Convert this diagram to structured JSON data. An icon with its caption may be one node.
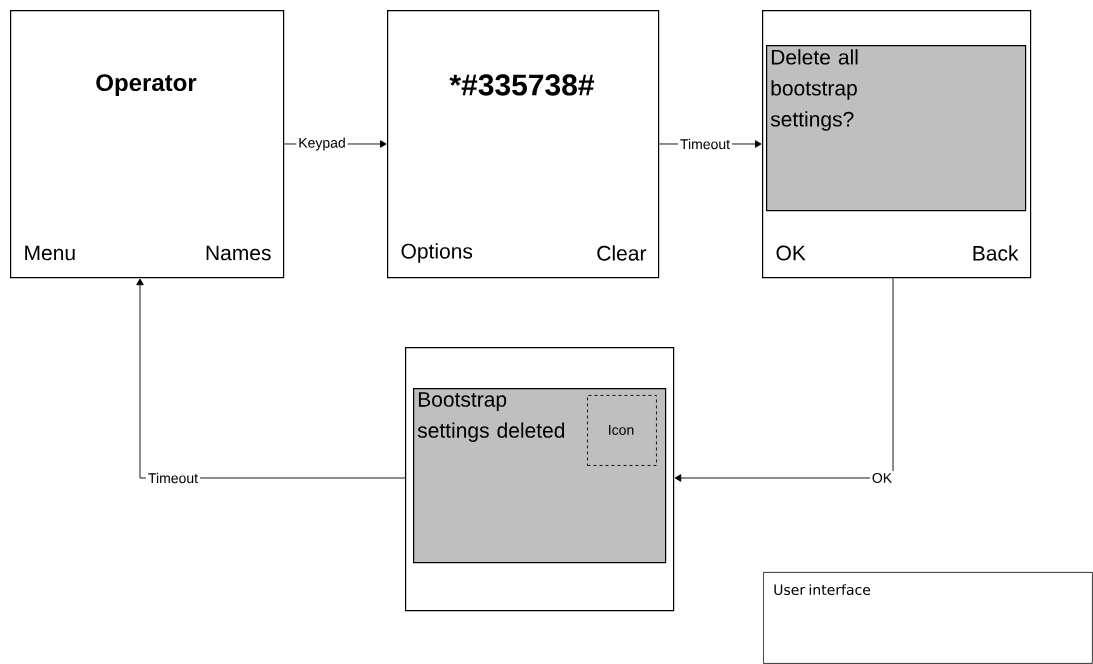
{
  "diagram": {
    "nodes": [
      {
        "text": [
          "Operator",
          "Menu",
          "Names"
        ]
      },
      {
        "text": [
          "*#335738#",
          "Options",
          "Clear"
        ]
      },
      {
        "text": [
          "OK",
          "Back"
        ]
      },
      {
        "text": [
          "Delete all bootstrap settings?"
        ],
        "in": 2
      },
      {
        "text": [],
        "shape": "box"
      },
      {
        "text": [
          "Bootstrap settings deleted"
        ],
        "in": 4
      },
      {
        "text": [
          "Icon"
        ],
        "in": 5
      },
      {
        "text": [
          "User interface"
        ]
      }
    ],
    "edges": [
      {
        "from": 0,
        "to": 1,
        "arrow": "to",
        "label": "Keypad"
      },
      {
        "from": 1,
        "to": 2,
        "arrow": "to",
        "label": "Timeout"
      },
      {
        "from": 2,
        "to": 4,
        "arrow": "to",
        "label": "OK"
      },
      {
        "from": 4,
        "to": 0,
        "arrow": "to",
        "label": "Timeout"
      }
    ]
  }
}
